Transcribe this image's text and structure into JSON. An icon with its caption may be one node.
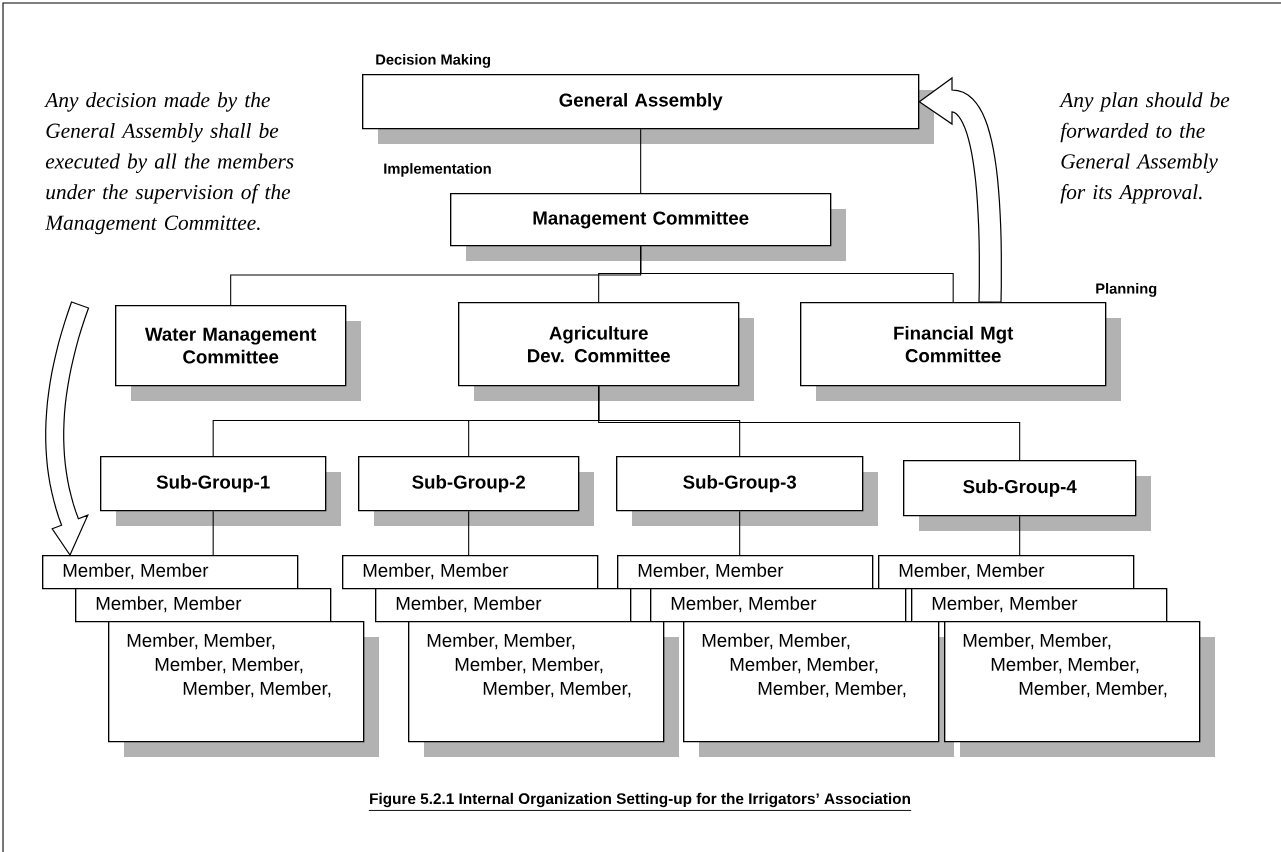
{
  "diagram": {
    "caption": "Figure 5.2.1    Internal Organization Setting-up for the Irrigators’ Association",
    "nodes": [
      {
        "text": [
          "General Assembly"
        ],
        "beside": [
          "Decision Making"
        ]
      },
      {
        "text": [
          "Management Committee"
        ],
        "beside": [
          "Implementation"
        ]
      },
      {
        "text": [
          "Water Management Committee"
        ]
      },
      {
        "text": [
          "Agriculture Dev. Committee"
        ]
      },
      {
        "text": [
          "Financial Mgt Committee"
        ],
        "beside": [
          "Planning"
        ]
      },
      {
        "text": [
          "Sub-Group-1"
        ]
      },
      {
        "text": [
          "Sub-Group-2"
        ]
      },
      {
        "text": [
          "Sub-Group-3"
        ]
      },
      {
        "text": [
          "Sub-Group-4"
        ]
      },
      {
        "text": [
          "Member, Member"
        ]
      },
      {
        "text": [
          "Member, Member"
        ]
      },
      {
        "text": [
          "Member, Member, Member, Member, Member, Member,"
        ]
      },
      {
        "text": [
          "Member, Member"
        ]
      },
      {
        "text": [
          "Member, Member"
        ]
      },
      {
        "text": [
          "Member, Member, Member, Member, Member, Member,"
        ]
      },
      {
        "text": [
          "Member, Member"
        ]
      },
      {
        "text": [
          "Member, Member"
        ]
      },
      {
        "text": [
          "Member, Member, Member, Member, Member, Member,"
        ]
      },
      {
        "text": [
          "Member, Member"
        ]
      },
      {
        "text": [
          "Member, Member"
        ]
      },
      {
        "text": [
          "Member, Member, Member, Member, Member, Member,"
        ]
      }
    ],
    "edges": [
      {
        "from": 0,
        "to": 1,
        "arrow": "none"
      },
      {
        "from": 1,
        "to": 2,
        "arrow": "none"
      },
      {
        "from": 1,
        "to": 3,
        "arrow": "none"
      },
      {
        "from": 1,
        "to": 4,
        "arrow": "none"
      },
      {
        "from": 3,
        "to": 5,
        "arrow": "none"
      },
      {
        "from": 3,
        "to": 6,
        "arrow": "none"
      },
      {
        "from": 3,
        "to": 7,
        "arrow": "none"
      },
      {
        "from": 3,
        "to": 8,
        "arrow": "none"
      },
      {
        "from": 5,
        "to": 9,
        "arrow": "none"
      },
      {
        "from": 6,
        "to": 12,
        "arrow": "none"
      },
      {
        "from": 7,
        "to": 15,
        "arrow": "none"
      },
      {
        "from": 8,
        "to": 18,
        "arrow": "none"
      },
      {
        "from": null,
        "to": 9,
        "arrow": "to",
        "style": "thick"
      },
      {
        "from": 4,
        "to": 0,
        "arrow": "to",
        "style": "thick"
      }
    ],
    "labels": [
      "Any decision made by the General Assembly shall be executed by all the members under the supervision of the Management Committee.",
      "Any plan should be forwarded to the General Assembly for its Approval."
    ]
  }
}
